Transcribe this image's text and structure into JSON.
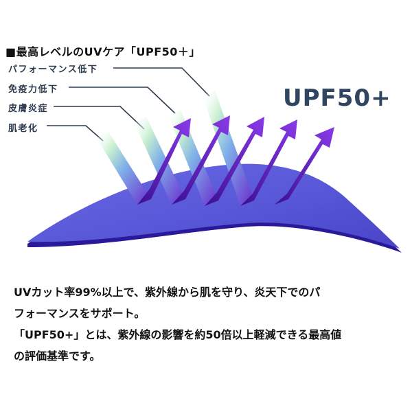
{
  "heading": "■最高レベルのUVケア「UPF50＋」",
  "callouts": [
    "パフォーマンス低下",
    "免疫力低下",
    "皮膚炎症",
    "肌老化"
  ],
  "badge": "UPF50+",
  "description": {
    "line1": "UVカット率99%以上で、紫外線から肌を守り、炎天下でのパ",
    "line2": "フォーマンスをサポート。",
    "line3": "「UPF50+」とは、紫外線の影響を約50倍以上軽減できる最高値",
    "line4": "の評価基準です。"
  },
  "colors": {
    "fabric": "#5a5ad8",
    "fabric_edge": "#2a1a9a",
    "ray": "#7a2ad8",
    "callout_text": "#2d3b4f",
    "badge_text": "#2f4560"
  }
}
